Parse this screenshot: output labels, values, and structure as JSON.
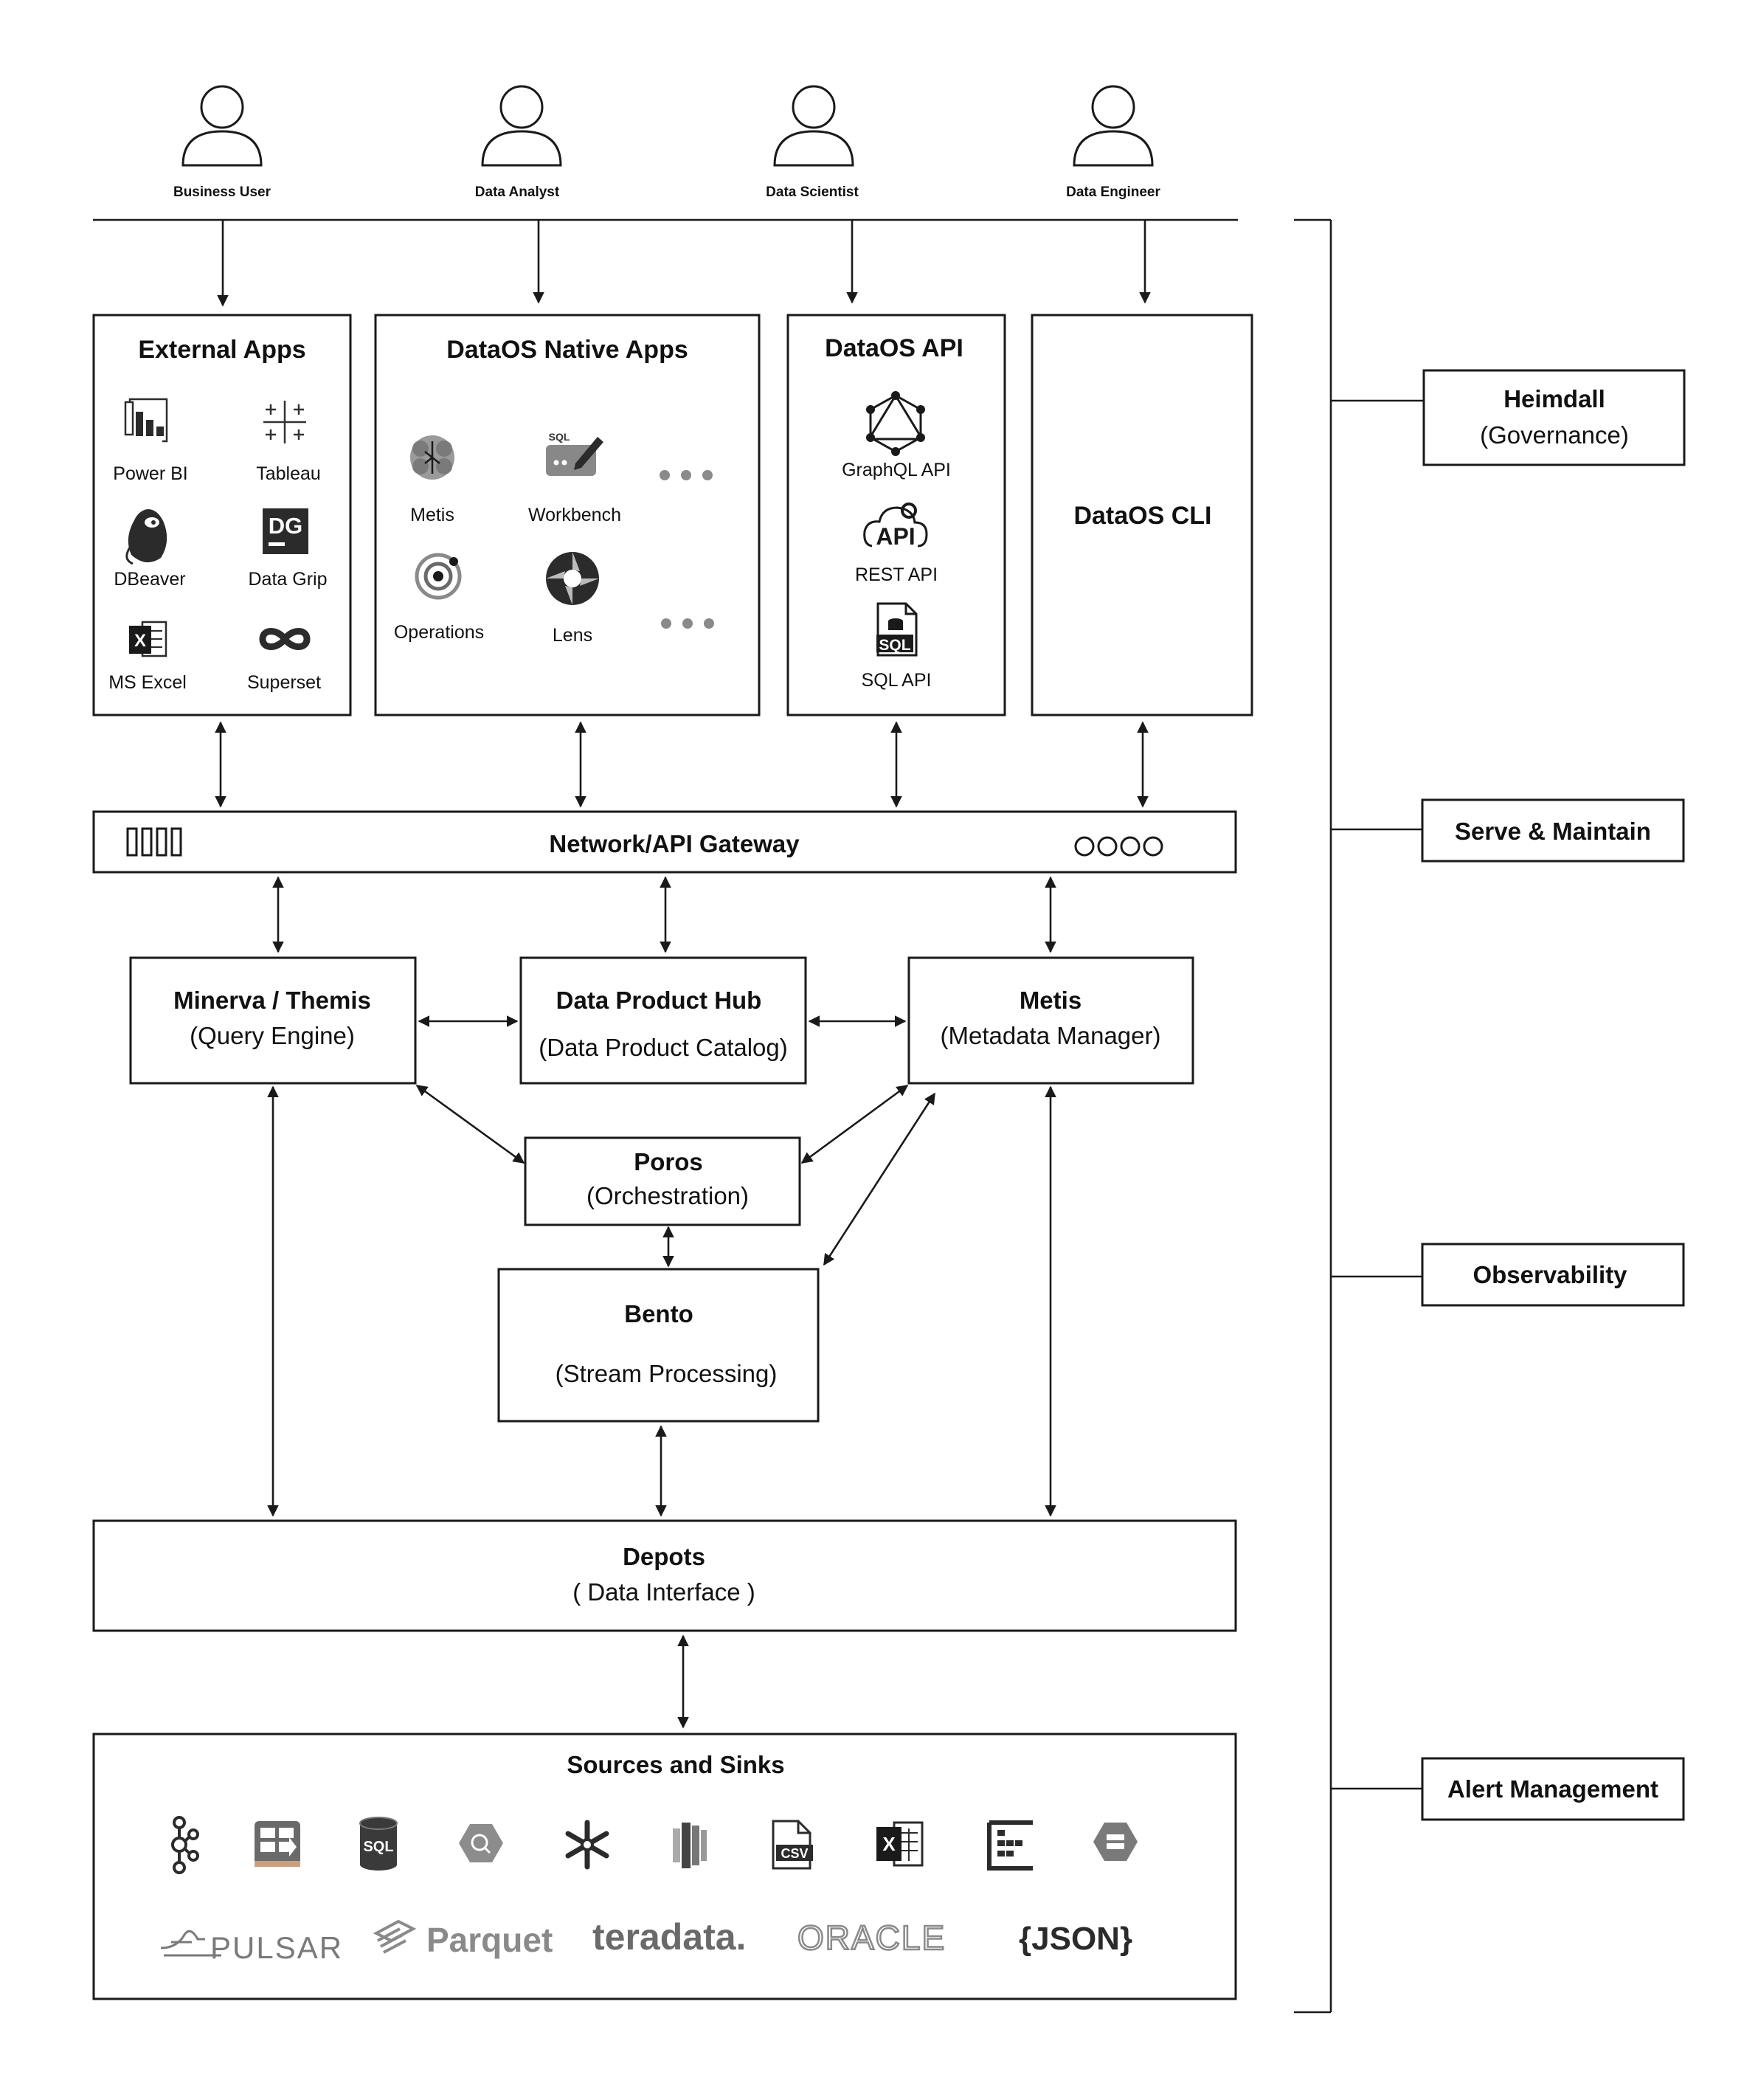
{
  "users": [
    {
      "label": "Business User"
    },
    {
      "label": "Data Analyst"
    },
    {
      "label": "Data Scientist"
    },
    {
      "label": "Data Engineer"
    }
  ],
  "external_apps": {
    "title": "External Apps",
    "items": [
      {
        "label": "Power BI",
        "icon": "power-bi-icon"
      },
      {
        "label": "Tableau",
        "icon": "tableau-icon"
      },
      {
        "label": "DBeaver",
        "icon": "dbeaver-icon"
      },
      {
        "label": "Data Grip",
        "icon": "datagrip-icon",
        "badge": "DG"
      },
      {
        "label": "MS Excel",
        "icon": "excel-icon"
      },
      {
        "label": "Superset",
        "icon": "superset-icon"
      }
    ]
  },
  "native_apps": {
    "title": "DataOS Native Apps",
    "items": [
      {
        "label": "Metis",
        "icon": "metis-icon"
      },
      {
        "label": "Workbench",
        "icon": "workbench-icon",
        "badge": "SQL"
      },
      {
        "label": "Operations",
        "icon": "operations-icon"
      },
      {
        "label": "Lens",
        "icon": "lens-icon"
      }
    ]
  },
  "dataos_api": {
    "title": "DataOS API",
    "items": [
      {
        "label": "GraphQL API",
        "icon": "graphql-icon"
      },
      {
        "label": "REST API",
        "icon": "rest-api-icon",
        "badge": "API"
      },
      {
        "label": "SQL API",
        "icon": "sql-api-icon",
        "badge": "SQL"
      }
    ]
  },
  "dataos_cli": {
    "title": "DataOS CLI"
  },
  "gateway": {
    "title": "Network/API Gateway"
  },
  "minerva": {
    "title": "Minerva / Themis",
    "subtitle": "(Query Engine)"
  },
  "hub": {
    "title": "Data Product Hub",
    "subtitle": "(Data Product Catalog)"
  },
  "metis": {
    "title": "Metis",
    "subtitle": "(Metadata Manager)"
  },
  "poros": {
    "title": "Poros",
    "subtitle": "(Orchestration)"
  },
  "bento": {
    "title": "Bento",
    "subtitle": "(Stream Processing)"
  },
  "depots": {
    "title": "Depots",
    "subtitle": "( Data Interface )"
  },
  "sources": {
    "title": "Sources and Sinks",
    "icons": [
      {
        "icon": "kafka-icon"
      },
      {
        "icon": "data-transfer-icon"
      },
      {
        "icon": "sql-database-icon",
        "badge": "SQL"
      },
      {
        "icon": "bigquery-icon"
      },
      {
        "icon": "snowflake-icon"
      },
      {
        "icon": "redshift-icon"
      },
      {
        "icon": "csv-file-icon",
        "badge": "CSV"
      },
      {
        "icon": "excel-file-icon",
        "badge": "X"
      },
      {
        "icon": "elasticsearch-icon"
      },
      {
        "icon": "storage-bucket-icon"
      }
    ],
    "logos": [
      "PULSAR",
      "Parquet",
      "teradata.",
      "ORACLE",
      "{JSON}"
    ]
  },
  "side_labels": [
    {
      "line1": "Heimdall",
      "line2": "(Governance)"
    },
    {
      "line1": "Serve & Maintain"
    },
    {
      "line1": "Observability"
    },
    {
      "line1": "Alert Management"
    }
  ],
  "colors": {
    "stroke": "#1a1a1a",
    "icon_dark": "#2b2b2b",
    "icon_grey": "#8a8a8a",
    "logo_grey": "#7a7a7a"
  }
}
